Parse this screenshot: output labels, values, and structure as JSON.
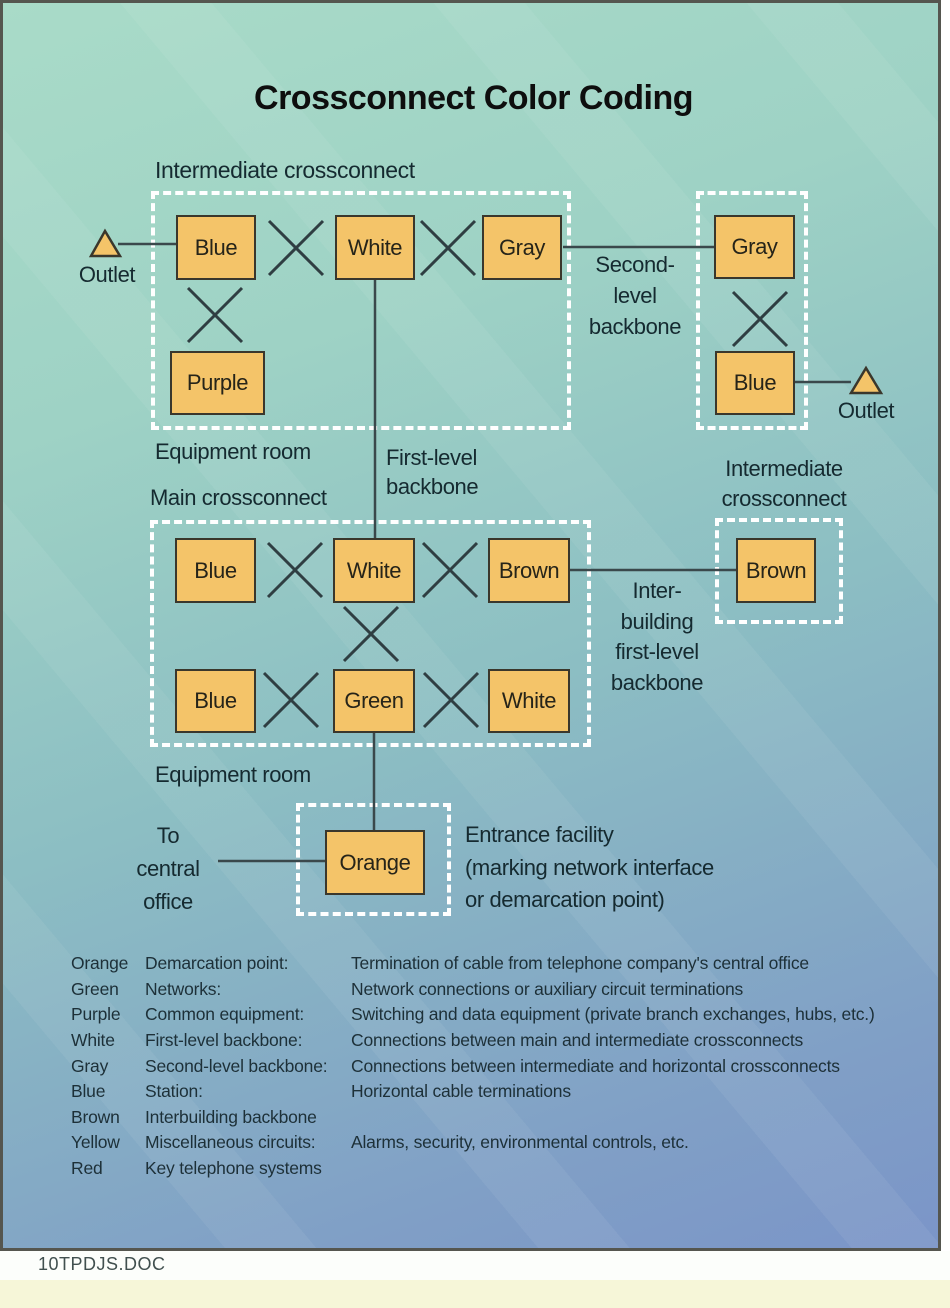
{
  "title": "Crossconnect Color Coding",
  "diagram": {
    "boxes": {
      "ic1_blue": "Blue",
      "ic1_white": "White",
      "ic1_gray": "Gray",
      "ic1_purple": "Purple",
      "ic2_gray": "Gray",
      "ic2_blue": "Blue",
      "mc_blue_top": "Blue",
      "mc_white_top": "White",
      "mc_brown": "Brown",
      "mc_blue_bottom": "Blue",
      "mc_green": "Green",
      "mc_white_bottom": "White",
      "ic3_brown": "Brown",
      "entrance_orange": "Orange"
    },
    "labels": {
      "intermediate_crossconnect_top": "Intermediate crossconnect",
      "outlet_left": "Outlet",
      "second_level_backbone": "Second-\nlevel\nbackbone",
      "outlet_right": "Outlet",
      "equipment_room_top": "Equipment room",
      "first_level_backbone": "First-level\nbackbone",
      "main_crossconnect": "Main crossconnect",
      "intermediate_crossconnect_right": "Intermediate\ncrossconnect",
      "interbuilding_backbone": "Inter-\nbuilding\nfirst-level\nbackbone",
      "equipment_room_bottom": "Equipment room",
      "to_central_office": "To\ncentral\noffice",
      "entrance_facility": "Entrance facility\n(marking network interface\nor demarcation point)"
    }
  },
  "legend": {
    "rows": [
      {
        "color": "Orange",
        "category": "Demarcation point:",
        "description": "Termination of cable from telephone company's central office"
      },
      {
        "color": "Green",
        "category": "Networks:",
        "description": "Network connections or auxiliary circuit terminations"
      },
      {
        "color": "Purple",
        "category": "Common equipment:",
        "description": "Switching and data equipment (private branch exchanges, hubs, etc.)"
      },
      {
        "color": "White",
        "category": "First-level backbone:",
        "description": "Connections between main and intermediate crossconnects"
      },
      {
        "color": "Gray",
        "category": "Second-level backbone:",
        "description": "Connections between intermediate and horizontal crossconnects"
      },
      {
        "color": "Blue",
        "category": "Station:",
        "description": "Horizontal cable terminations"
      },
      {
        "color": "Brown",
        "category": "Interbuilding backbone",
        "description": ""
      },
      {
        "color": "Yellow",
        "category": "Miscellaneous circuits:",
        "description": "Alarms, security, environmental controls, etc."
      },
      {
        "color": "Red",
        "category": "Key telephone systems",
        "description": ""
      }
    ]
  },
  "footer": {
    "filename": "10TPDJS.DOC"
  },
  "colors": {
    "bg_gradient_start": "#a9dbc8",
    "bg_gradient_end": "#7b95c8",
    "box_fill": "#f4c469",
    "box_border": "#3a372c",
    "connector_line": "#3a484b",
    "dashed_region": "#ffffff",
    "cream_strip": "#f6f6d8"
  }
}
